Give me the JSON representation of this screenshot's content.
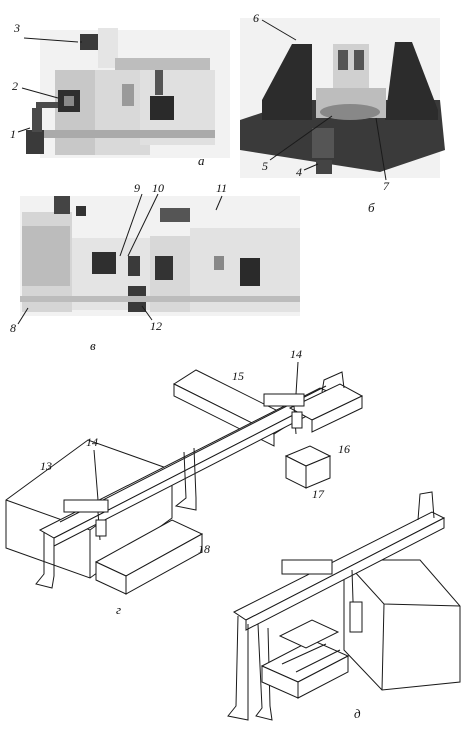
{
  "panels": [
    {
      "id": "a",
      "caption": "а",
      "labels": [
        "1",
        "2",
        "3"
      ]
    },
    {
      "id": "b",
      "caption": "б",
      "labels": [
        "4",
        "5",
        "6",
        "7"
      ]
    },
    {
      "id": "v",
      "caption": "в",
      "labels": [
        "8",
        "9",
        "10",
        "11",
        "12"
      ]
    },
    {
      "id": "g",
      "caption": "г",
      "labels": [
        "13",
        "14",
        "14",
        "15",
        "16",
        "17",
        "18"
      ]
    },
    {
      "id": "d",
      "caption": "д",
      "labels": []
    }
  ]
}
